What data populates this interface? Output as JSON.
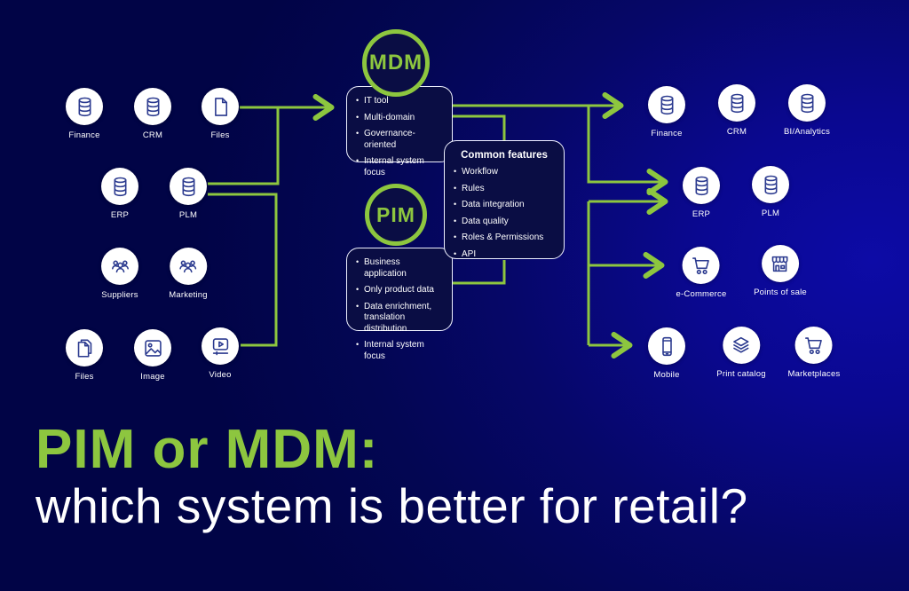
{
  "title": {
    "line1": "PIM or MDM:",
    "line2": "which system is better for retail?"
  },
  "colors": {
    "accent_green": "#8dc63f",
    "background_dark": "#010446",
    "background_bright": "#0d0ba6",
    "panel_navy": "#0a0d44",
    "icon_stroke": "#2b3a8f",
    "text_white": "#ffffff"
  },
  "diagram": {
    "mdm": {
      "label": "MDM",
      "bullets": [
        "IT tool",
        "Multi-domain",
        "Governance-oriented",
        "Internal system focus"
      ]
    },
    "pim": {
      "label": "PIM",
      "bullets": [
        "Business application",
        "Only product data",
        "Data enrichment, translation distribution",
        "Internal system focus"
      ]
    },
    "common": {
      "title": "Common features",
      "bullets": [
        "Workflow",
        "Rules",
        "Data integration",
        "Data quality",
        "Roles & Permissions",
        "API"
      ]
    },
    "left_nodes": [
      {
        "label": "Finance",
        "icon": "database-icon"
      },
      {
        "label": "CRM",
        "icon": "database-icon"
      },
      {
        "label": "Files",
        "icon": "file-icon"
      },
      {
        "label": "ERP",
        "icon": "database-icon"
      },
      {
        "label": "PLM",
        "icon": "database-icon"
      },
      {
        "label": "Suppliers",
        "icon": "people-icon"
      },
      {
        "label": "Marketing",
        "icon": "people-icon"
      },
      {
        "label": "Files",
        "icon": "files-icon"
      },
      {
        "label": "Image",
        "icon": "image-icon"
      },
      {
        "label": "Video",
        "icon": "video-icon"
      }
    ],
    "right_nodes": [
      {
        "label": "Finance",
        "icon": "database-icon"
      },
      {
        "label": "CRM",
        "icon": "database-icon"
      },
      {
        "label": "BI/Analytics",
        "icon": "database-icon"
      },
      {
        "label": "ERP",
        "icon": "database-icon"
      },
      {
        "label": "PLM",
        "icon": "database-icon"
      },
      {
        "label": "e-Commerce",
        "icon": "cart-icon"
      },
      {
        "label": "Points of sale",
        "icon": "store-icon"
      },
      {
        "label": "Mobile",
        "icon": "phone-icon"
      },
      {
        "label": "Print catalog",
        "icon": "layers-icon"
      },
      {
        "label": "Marketplaces",
        "icon": "cart-icon"
      }
    ]
  }
}
